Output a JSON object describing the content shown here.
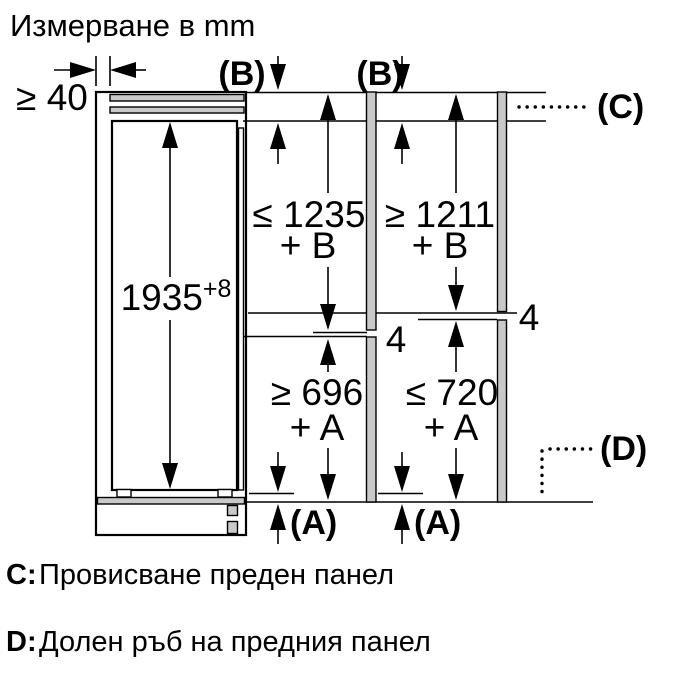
{
  "title": "Измерване в mm",
  "colors": {
    "line": "#000000",
    "panel_gray": "#c9c9c9",
    "background": "#ffffff"
  },
  "diagram": {
    "wall_clearance": "≥ 40",
    "niche_height": {
      "value": "1935",
      "tolerance": "+8"
    },
    "overlap_label": "(B)",
    "sag_label": "(C)",
    "bottom_edge_label": "(D)",
    "recess_label": "(A)",
    "panel_gap": "4",
    "left_option": {
      "upper_panel": "≤ 1235",
      "upper_suffix": "+ B",
      "lower_panel": "≥ 696",
      "lower_suffix": "+ A"
    },
    "right_option": {
      "upper_panel": "≥ 1211",
      "upper_suffix": "+ B",
      "lower_panel": "≤ 720",
      "lower_suffix": "+ A"
    }
  },
  "legend": {
    "c_key": "C:",
    "c_text": "Провисване преден панел",
    "d_key": "D:",
    "d_text": "Долен ръб на предния панел"
  }
}
